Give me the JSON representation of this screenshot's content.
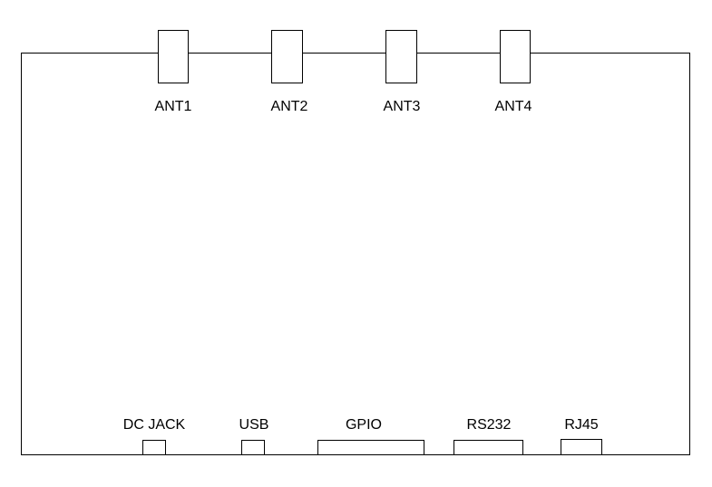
{
  "antennas": {
    "ant1": "ANT1",
    "ant2": "ANT2",
    "ant3": "ANT3",
    "ant4": "ANT4"
  },
  "ports": {
    "dc_jack": "DC JACK",
    "usb": "USB",
    "gpio": "GPIO",
    "rs232": "RS232",
    "rj45": "RJ45"
  },
  "colors": {
    "stroke": "#000000",
    "background": "#ffffff"
  }
}
